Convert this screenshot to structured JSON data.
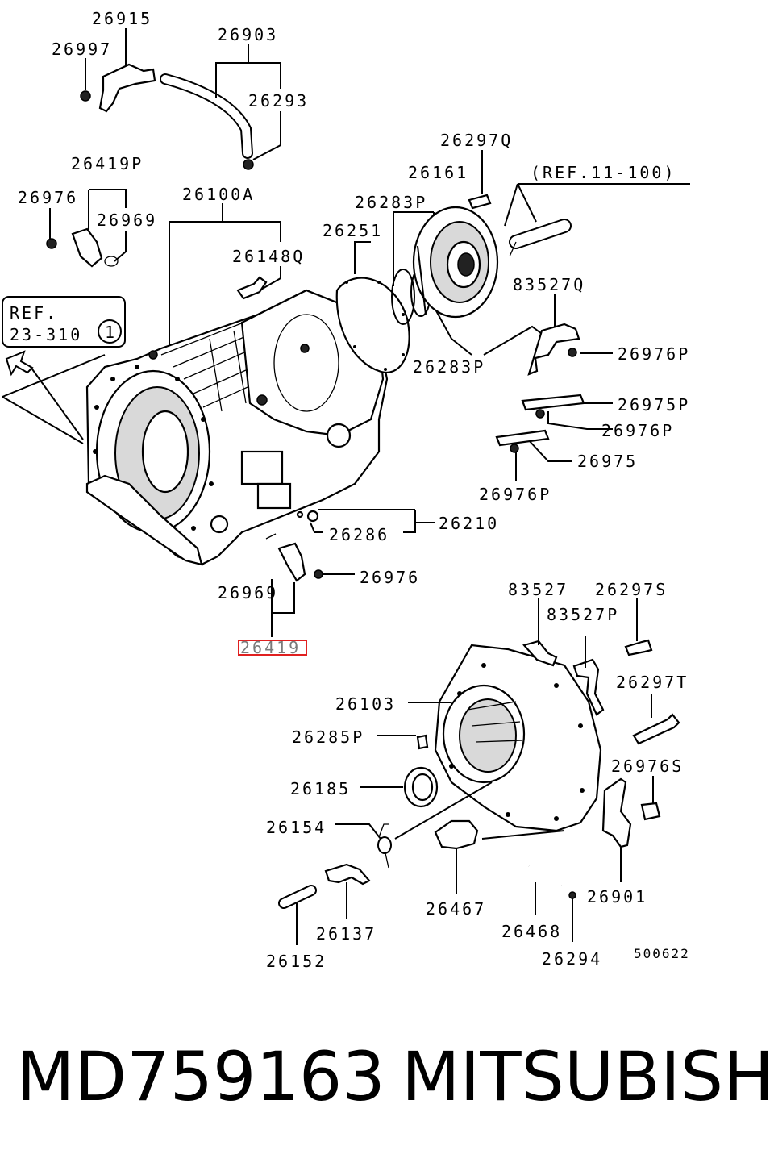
{
  "callouts": {
    "p26915": "26915",
    "p26997": "26997",
    "p26903": "26903",
    "p26293": "26293",
    "p26297Q": "26297Q",
    "p26419P": "26419P",
    "p26976": "26976",
    "p26969": "26969",
    "p26100A": "26100A",
    "p26161": "26161",
    "ref11": "(REF.11-100)",
    "p26283P_top": "26283P",
    "p26251": "26251",
    "p26148Q": "26148Q",
    "p83527Q": "83527Q",
    "ref23_line1": "REF.",
    "ref23_line2": "23-310",
    "ref23_circle": "1",
    "p26976P_1": "26976P",
    "p26283P_bottom": "26283P",
    "p26975P": "26975P",
    "p26976P_2": "26976P",
    "p26975": "26975",
    "p26976P_3": "26976P",
    "p26210": "26210",
    "p26286": "26286",
    "p26976_b": "26976",
    "p26969_b": "26969",
    "p26419": "26419",
    "p83527": "83527",
    "p26297S": "26297S",
    "p83527P": "83527P",
    "p26297T": "26297T",
    "p26103": "26103",
    "p26285P": "26285P",
    "p26976S": "26976S",
    "p26185": "26185",
    "p26154": "26154",
    "p26901": "26901",
    "p26467": "26467",
    "p26137": "26137",
    "p26468": "26468",
    "p26152": "26152",
    "p26294": "26294",
    "drawing_no": "500622"
  },
  "highlight_color": "#e02020",
  "footer": {
    "part_number": "MD759163",
    "brand": "MITSUBISHI"
  }
}
